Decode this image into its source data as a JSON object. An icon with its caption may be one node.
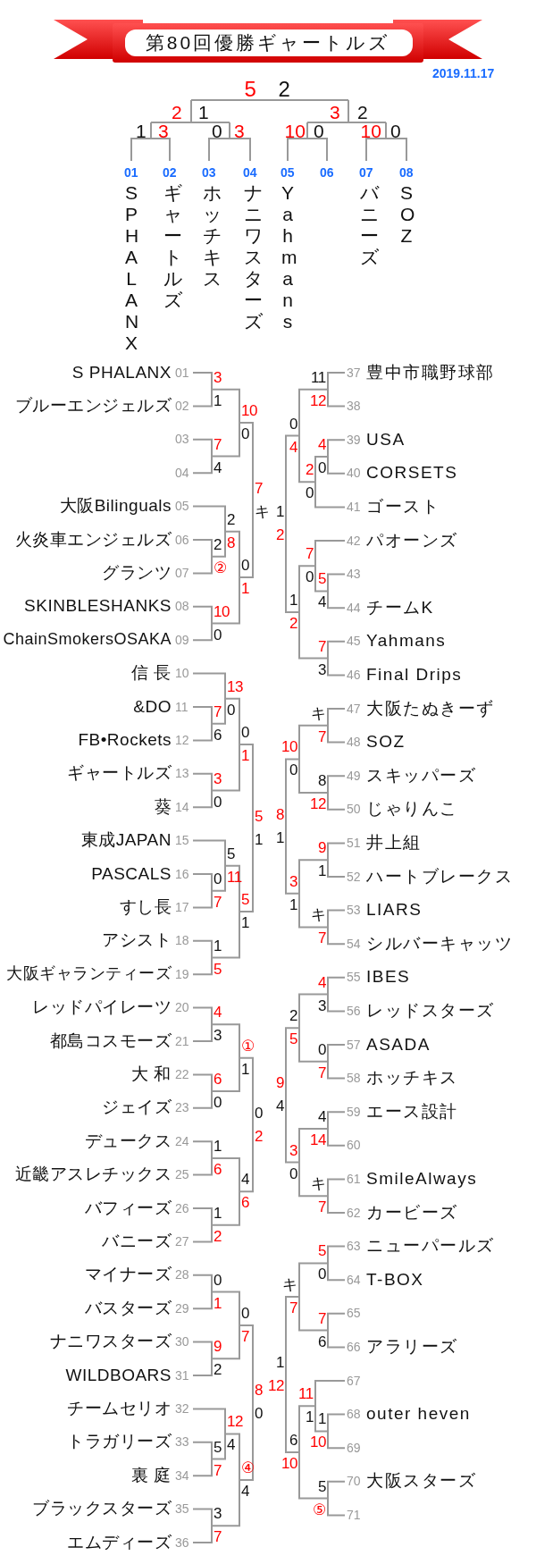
{
  "diagram": {
    "title": "第80回優勝ギャートルズ",
    "labels": [
      "2019.11.17",
      "5",
      "2",
      "2",
      "1",
      "3",
      "2",
      "1",
      "3",
      "0",
      "3",
      "10",
      "0",
      "10",
      "0",
      "01",
      "02",
      "03",
      "04",
      "05",
      "06",
      "07",
      "08",
      "SPHALANX",
      "ギャートルズ",
      "ホッチキス",
      "ナニワスターズ",
      "Yahmans",
      "バニーズ",
      "SOZ",
      "S PHALANX",
      "01",
      "ブルーエンジェルズ",
      "02",
      "03",
      "04",
      "大阪Bilinguals",
      "05",
      "火炎車エンジェルズ",
      "06",
      "グランツ",
      "07",
      "SKINBLESHANKS",
      "08",
      "ChainSmokersOSAKA",
      "09",
      "信 長",
      "10",
      "&DO",
      "11",
      "FB•Rockets",
      "12",
      "ギャートルズ",
      "13",
      "葵",
      "14",
      "東成JAPAN",
      "15",
      "PASCALS",
      "16",
      "すし長",
      "17",
      "アシスト",
      "18",
      "大阪ギャランティーズ",
      "19",
      "レッドパイレーツ",
      "20",
      "都島コスモーズ",
      "21",
      "大 和",
      "22",
      "ジェイズ",
      "23",
      "デュークス",
      "24",
      "近畿アスレチックス",
      "25",
      "バフィーズ",
      "26",
      "バニーズ",
      "27",
      "マイナーズ",
      "28",
      "バスターズ",
      "29",
      "ナニワスターズ",
      "30",
      "WILDBOARS",
      "31",
      "チームセリオ",
      "32",
      "トラガリーズ",
      "33",
      "裏 庭",
      "34",
      "ブラックスターズ",
      "35",
      "エムディーズ",
      "36",
      "3",
      "1",
      "7",
      "4",
      "10",
      "0",
      "2",
      "2",
      "8",
      "②",
      "10",
      "0",
      "0",
      "1",
      "7",
      "キ",
      "13",
      "7",
      "0",
      "6",
      "3",
      "0",
      "0",
      "1",
      "5",
      "0",
      "11",
      "7",
      "1",
      "5",
      "5",
      "1",
      "5",
      "1",
      "4",
      "3",
      "6",
      "0",
      "①",
      "1",
      "1",
      "6",
      "1",
      "2",
      "4",
      "6",
      "0",
      "2",
      "0",
      "1",
      "9",
      "2",
      "0",
      "7",
      "12",
      "5",
      "4",
      "7",
      "3",
      "7",
      "④",
      "4",
      "8",
      "0",
      "37",
      "豊中市職野球部",
      "38",
      "39",
      "USA",
      "40",
      "CORSETS",
      "41",
      "ゴースト",
      "42",
      "パオーンズ",
      "43",
      "44",
      "チームK",
      "45",
      "Yahmans",
      "46",
      "Final Drips",
      "47",
      "大阪たぬきーず",
      "48",
      "SOZ",
      "49",
      "スキッパーズ",
      "50",
      "じゃりんこ",
      "51",
      "井上組",
      "52",
      "ハートブレークス",
      "53",
      "LIARS",
      "54",
      "シルバーキャッツ",
      "55",
      "IBES",
      "56",
      "レッドスターズ",
      "57",
      "ASADA",
      "58",
      "ホッチキス",
      "59",
      "エース設計",
      "60",
      "61",
      "SmileAlways",
      "62",
      "カービーズ",
      "63",
      "ニューパールズ",
      "64",
      "T-BOX",
      "65",
      "66",
      "アラリーズ",
      "67",
      "68",
      "outer heven",
      "69",
      "70",
      "大阪スターズ",
      "71",
      "11",
      "12",
      "4",
      "2",
      "0",
      "0",
      "0",
      "4",
      "7",
      "0",
      "5",
      "4",
      "7",
      "3",
      "1",
      "2",
      "1",
      "2",
      "キ",
      "7",
      "8",
      "12",
      "10",
      "0",
      "9",
      "1",
      "キ",
      "7",
      "3",
      "1",
      "8",
      "1",
      "4",
      "3",
      "0",
      "7",
      "2",
      "5",
      "4",
      "14",
      "キ",
      "7",
      "3",
      "0",
      "9",
      "4",
      "5",
      "0",
      "7",
      "6",
      "キ",
      "7",
      "11",
      "1",
      "1",
      "10",
      "5",
      "⑤",
      "6",
      "10",
      "1",
      "12"
    ]
  }
}
